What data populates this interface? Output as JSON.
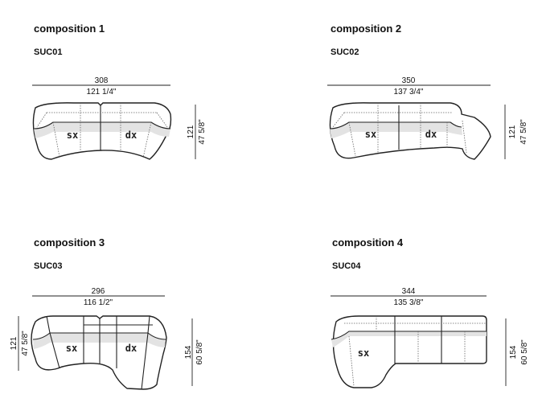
{
  "compositions": [
    {
      "title": "composition 1",
      "code": "SUC01",
      "width_cm": "308",
      "width_in": "121 1/4\"",
      "depth_cm": "121",
      "depth_in": "47 5/8\"",
      "modules": [
        "sx",
        "dx"
      ]
    },
    {
      "title": "composition 2",
      "code": "SUC02",
      "width_cm": "350",
      "width_in": "137 3/4\"",
      "depth_cm": "121",
      "depth_in": "47 5/8\"",
      "modules": [
        "sx",
        "dx"
      ]
    },
    {
      "title": "composition 3",
      "code": "SUC03",
      "width_cm": "296",
      "width_in": "116 1/2\"",
      "depth_left_cm": "121",
      "depth_left_in": "47 5/8\"",
      "depth_cm": "154",
      "depth_in": "60 5/8\"",
      "modules": [
        "sx",
        "dx"
      ]
    },
    {
      "title": "composition 4",
      "code": "SUC04",
      "width_cm": "344",
      "width_in": "135 3/8\"",
      "depth_cm": "154",
      "depth_in": "60 5/8\"",
      "modules": [
        "sx"
      ]
    }
  ]
}
